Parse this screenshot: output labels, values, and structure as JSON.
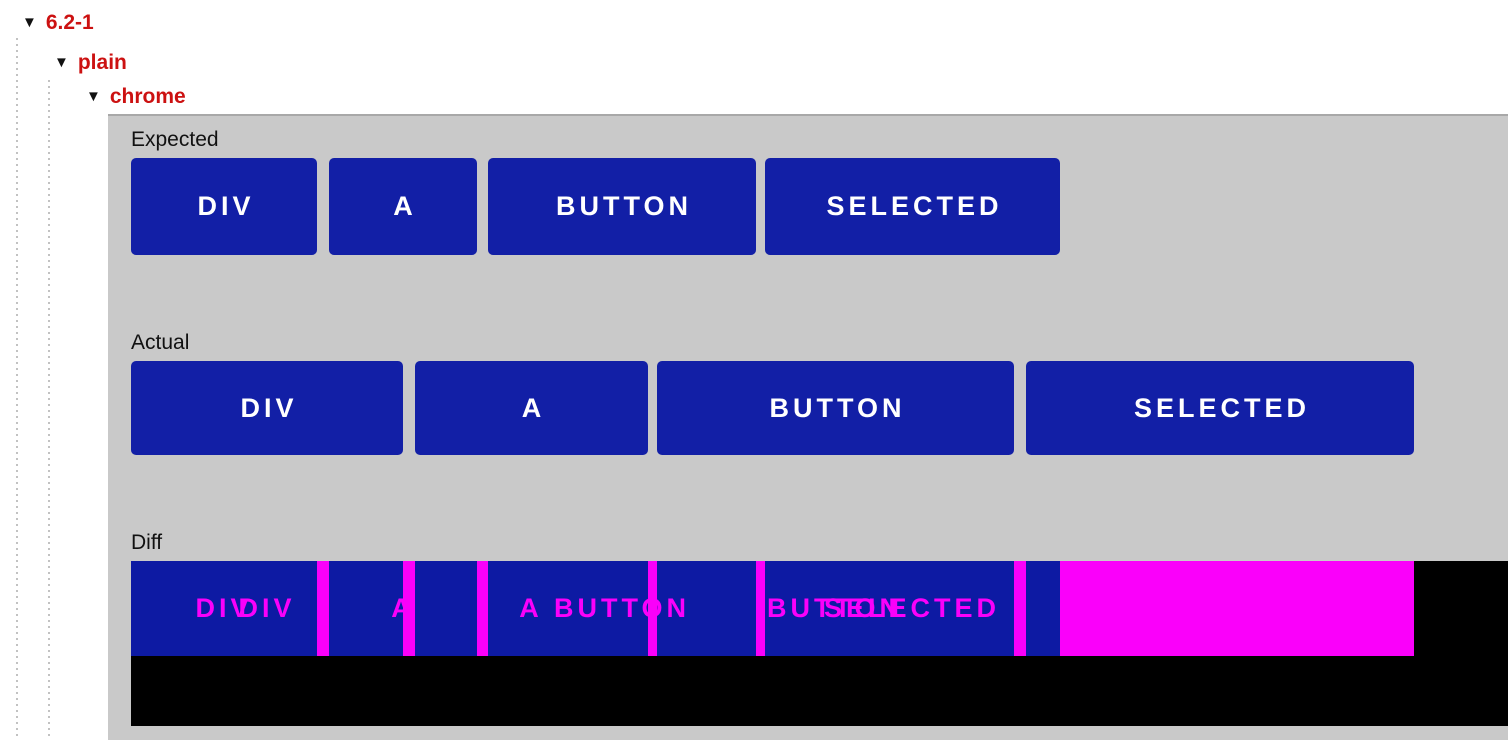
{
  "tree": {
    "collapse_glyph": "▼",
    "items": [
      {
        "label": "6.2-1"
      },
      {
        "label": "plain"
      },
      {
        "label": "chrome"
      }
    ]
  },
  "sections": {
    "expected": {
      "label": "Expected",
      "buttons": [
        "DIV",
        "A",
        "BUTTON",
        "SELECTED"
      ]
    },
    "actual": {
      "label": "Actual",
      "buttons": [
        "DIV",
        "A",
        "BUTTON",
        "SELECTED"
      ]
    },
    "diff": {
      "label": "Diff",
      "overlap_texts": [
        "DIV",
        "DIV",
        "A",
        "A",
        "BUTTON",
        "BUTTON",
        "SELECTED",
        "SELECTED"
      ]
    }
  },
  "colors": {
    "panel_background": "#c9c9c9",
    "button_blue": "#121fa6",
    "diff_band_blue": "#0d1aa3",
    "diff_magenta": "#fa00fa",
    "diff_background": "#000000",
    "tree_label_red": "#cc1111"
  }
}
